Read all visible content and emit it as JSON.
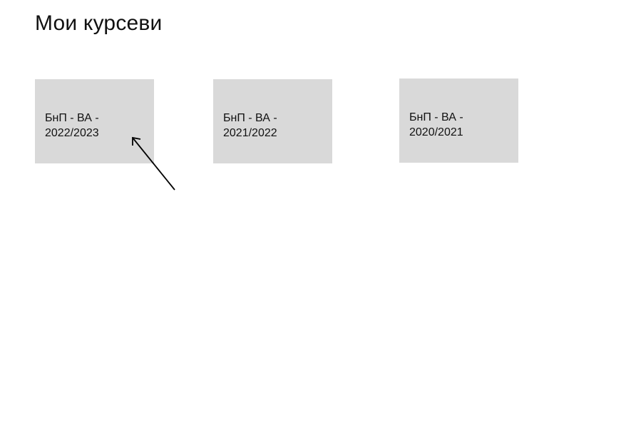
{
  "page": {
    "title": "Мои курсеви"
  },
  "courses": [
    {
      "label": "БнП - ВА - 2022/2023"
    },
    {
      "label": "БнП - ВА - 2021/2022"
    },
    {
      "label": "БнП - ВА - 2020/2021"
    }
  ],
  "annotation": {
    "icon": "arrow-icon",
    "color": "#000000"
  }
}
